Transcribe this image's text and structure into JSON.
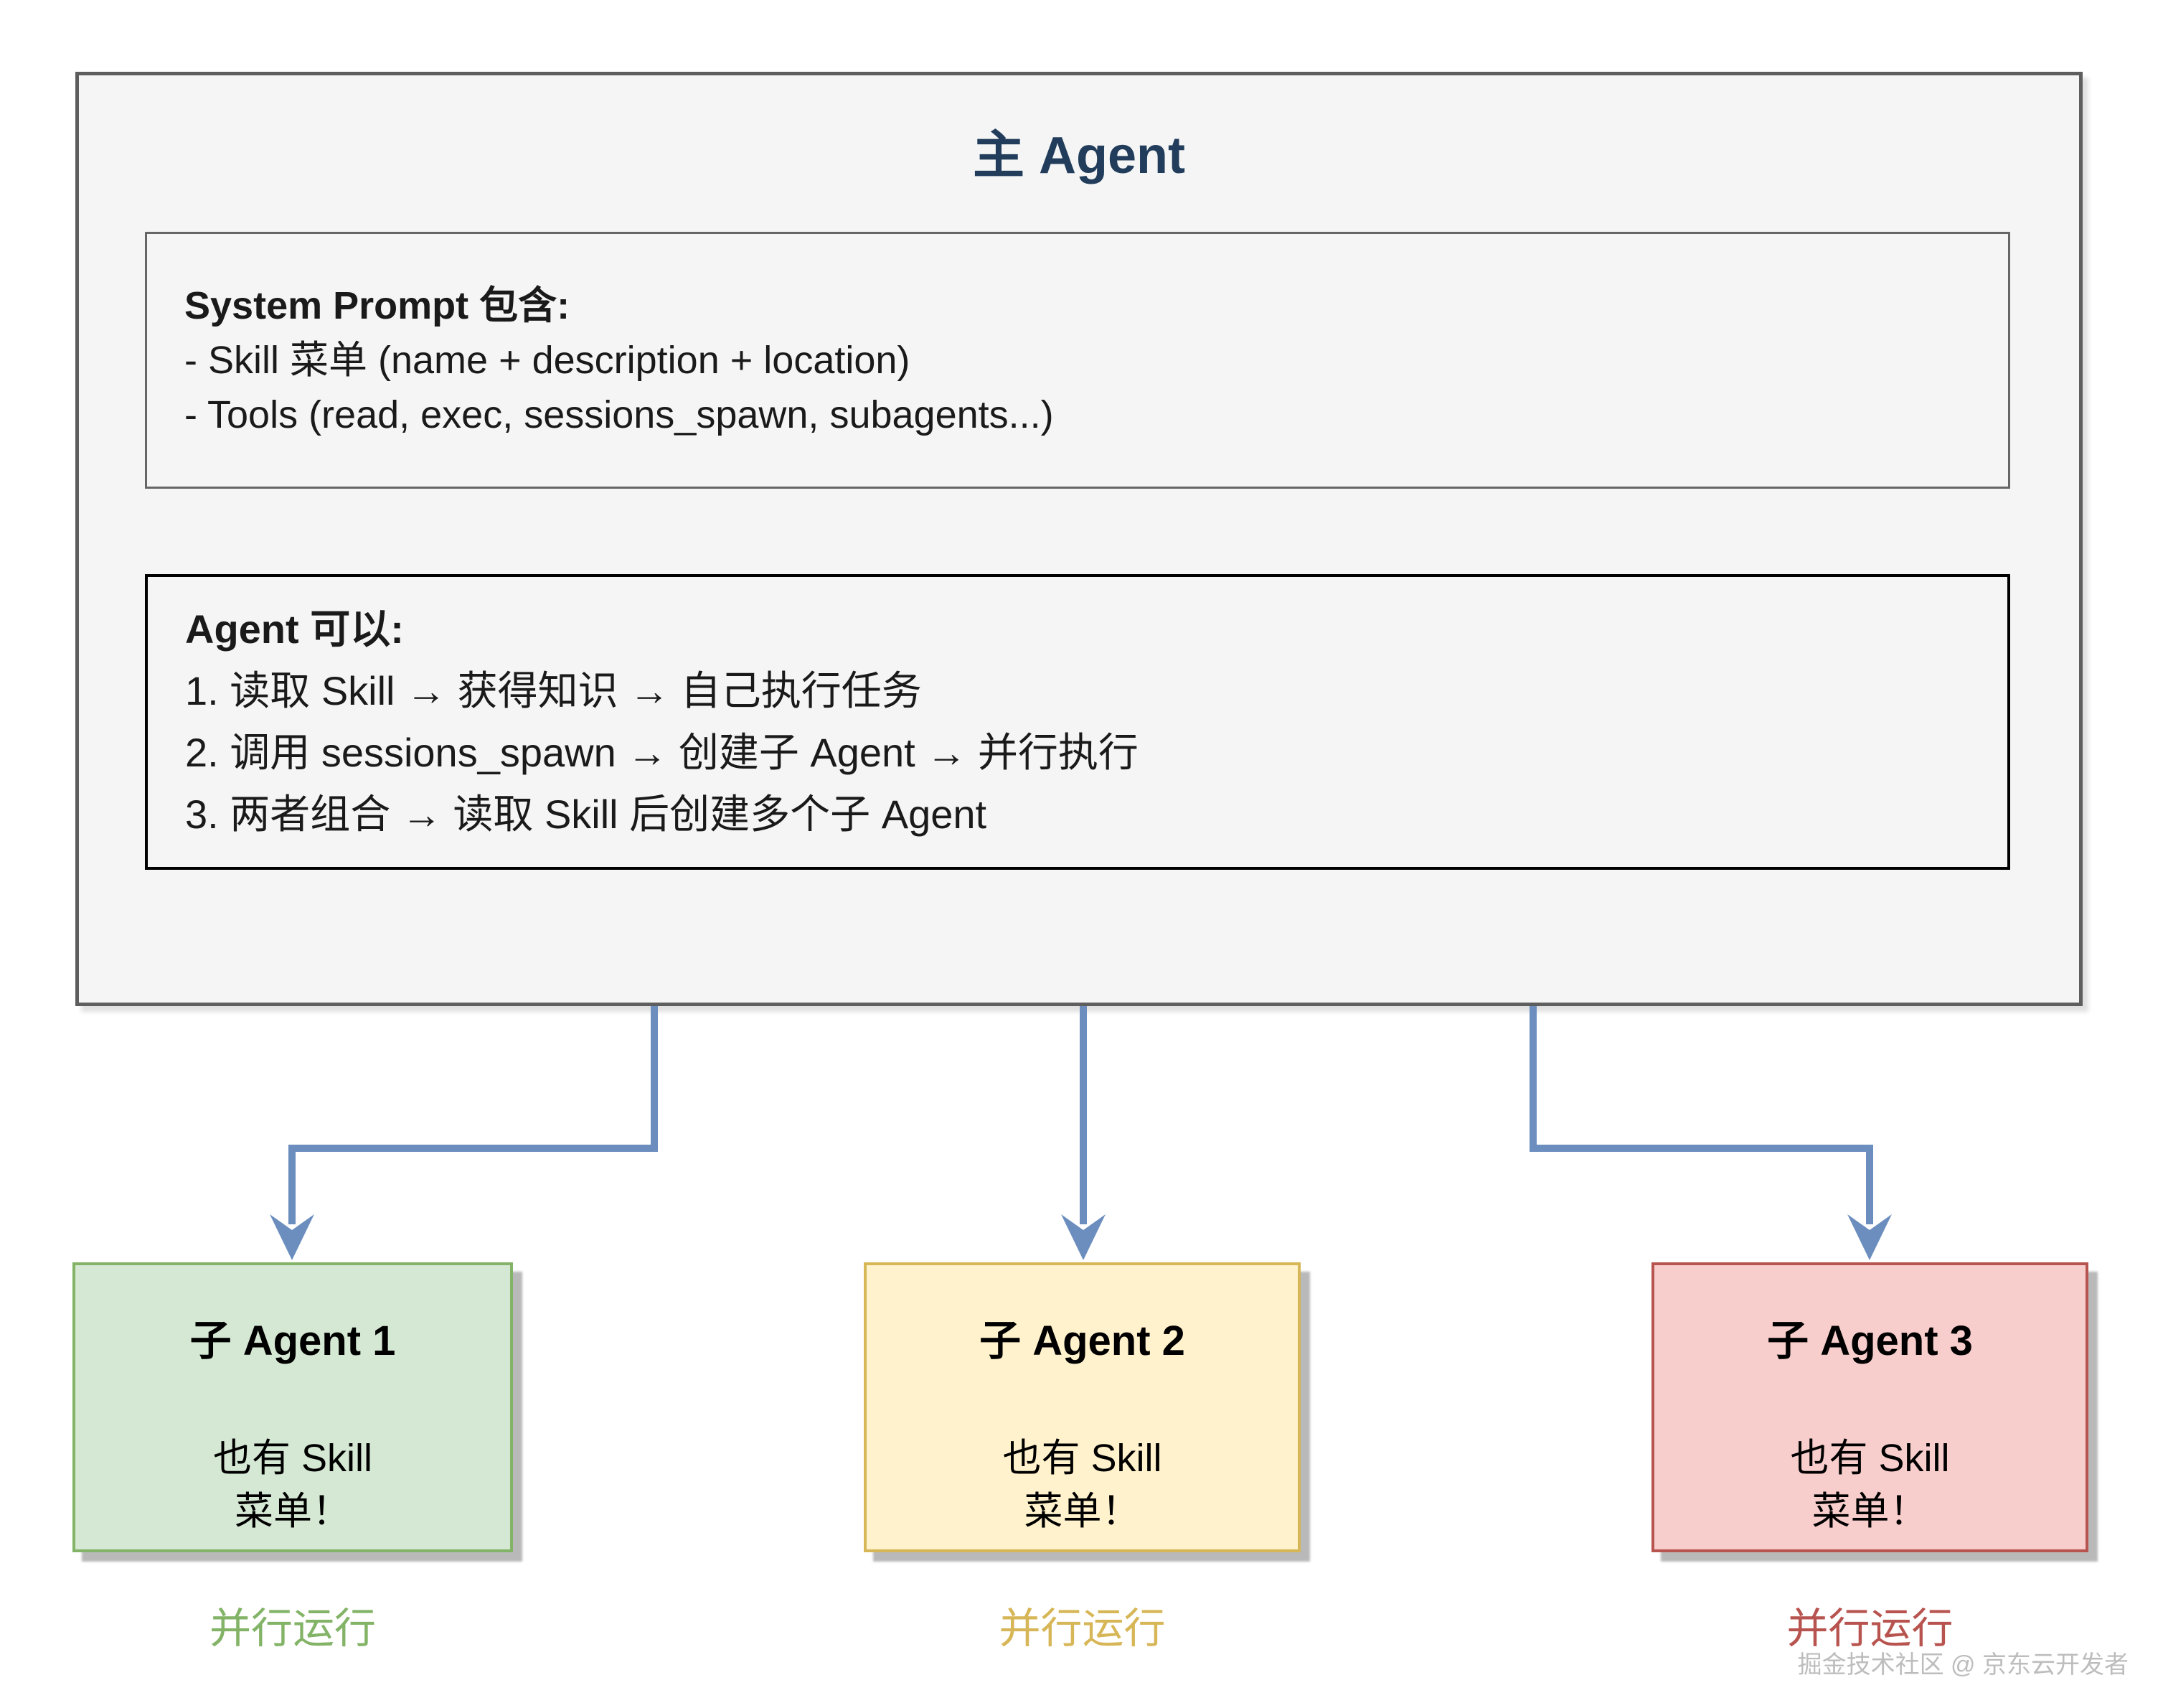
{
  "main_agent": {
    "title": "主 Agent",
    "system_prompt_box": {
      "heading": "System Prompt 包含:",
      "items": [
        "- Skill 菜单 (name + description + location)",
        "- Tools (read, exec, sessions_spawn, subagents...)"
      ]
    },
    "capabilities_box": {
      "heading": "Agent 可以:",
      "items": [
        "1. 读取 Skill → 获得知识 → 自己执行任务",
        "2. 调用 sessions_spawn → 创建子 Agent → 并行执行",
        "3. 两者组合 → 读取 Skill 后创建多个子 Agent"
      ]
    }
  },
  "sub_agents": [
    {
      "title": "子 Agent 1",
      "body_line1": "也有 Skill",
      "body_line2": "菜单！",
      "label": "并行运行",
      "fill": "#d5e8d4",
      "border": "#82b366",
      "label_color": "#82b366"
    },
    {
      "title": "子 Agent 2",
      "body_line1": "也有 Skill",
      "body_line2": "菜单！",
      "label": "并行运行",
      "fill": "#fff2cc",
      "border": "#d6b656",
      "label_color": "#d6b656"
    },
    {
      "title": "子 Agent 3",
      "body_line1": "也有 Skill",
      "body_line2": "菜单！",
      "label": "并行运行",
      "fill": "#f8cecc",
      "border": "#b85450",
      "label_color": "#b85450"
    }
  ],
  "watermark": "掘金技术社区 @ 京东云开发者",
  "colors": {
    "arrow": "#6c8ebf",
    "main_title": "#213d5b",
    "box_fill": "#f5f5f5",
    "outer_border": "#5e5e5e",
    "inner_box1_border": "#666666",
    "inner_box2_border": "#000000",
    "shadow": "#b9b9b9"
  }
}
